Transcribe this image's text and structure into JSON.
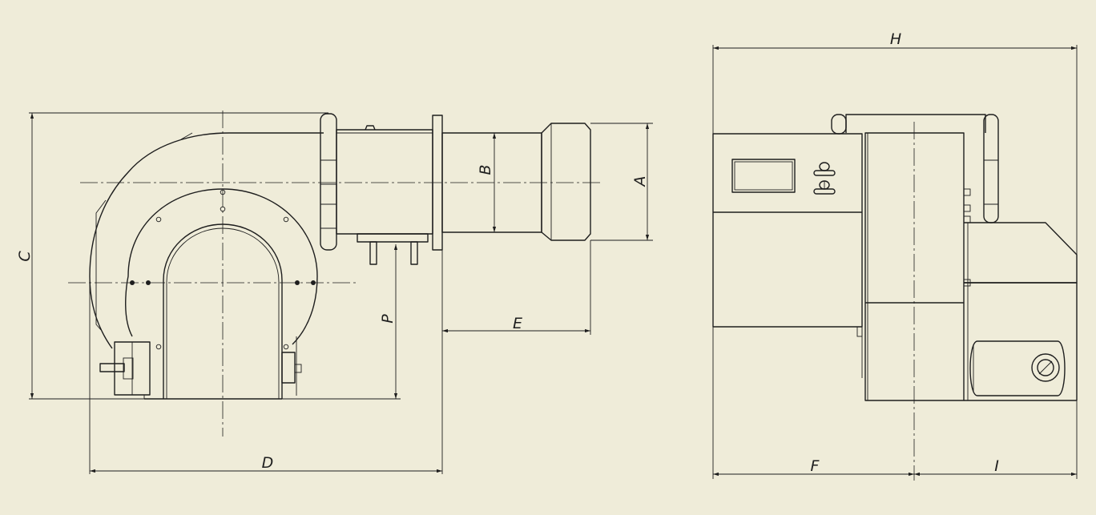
{
  "dimension_labels": {
    "A": "A",
    "B": "B",
    "C": "C",
    "D": "D",
    "E": "E",
    "F": "F",
    "H": "H",
    "I": "I",
    "P": "P"
  },
  "colors": {
    "background": "#efecd9",
    "ink": "#1e1e1e"
  }
}
